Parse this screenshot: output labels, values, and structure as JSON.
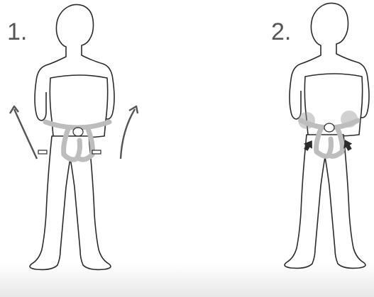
{
  "steps": [
    {
      "number": "1.",
      "instruction_icon": "arrows-up-loosen-leg-loops"
    },
    {
      "number": "2.",
      "instruction_icon": "arrows-down-tighten-waist-buckles"
    }
  ],
  "colors": {
    "figure_fill": "#ffffff",
    "figure_stroke": "#2b2b2b",
    "harness": "#bdbdbd",
    "arrow": "#555555",
    "highlight": "#9a9a9a"
  }
}
